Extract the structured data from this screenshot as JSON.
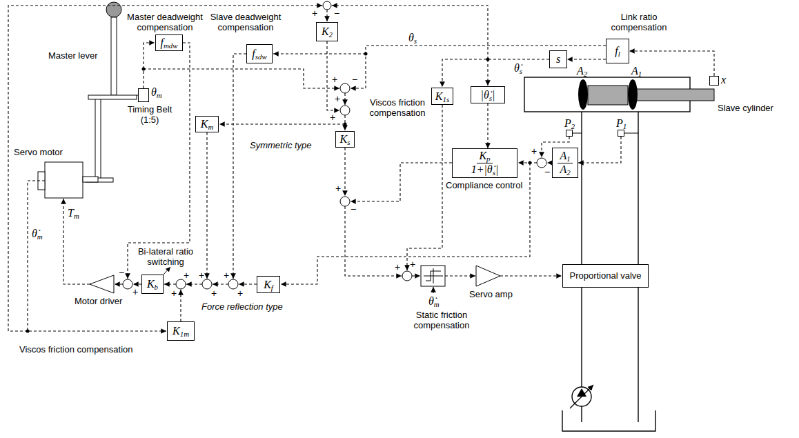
{
  "diagram": {
    "nodes": [
      {
        "text": [
          "fmdw"
        ]
      },
      {
        "text": [
          "K2"
        ]
      },
      {
        "text": [
          "fsdw"
        ]
      },
      {
        "text": [
          "fl"
        ]
      },
      {
        "text": [
          "s"
        ]
      },
      {
        "text": [
          "x"
        ]
      },
      {
        "text": [
          "K1s"
        ]
      },
      {
        "text": [
          "|θ̇s|"
        ]
      },
      {
        "text": [
          "θm"
        ]
      },
      {
        "text": [
          "Km"
        ]
      },
      {
        "text": [
          "Ks"
        ]
      },
      {
        "text": [
          "P2"
        ]
      },
      {
        "text": [
          "P1"
        ]
      },
      {
        "text": [
          "Kp",
          "1+|θ̇s|"
        ]
      },
      {
        "text": [
          "A1",
          "A2"
        ]
      },
      {
        "text": [
          "Kb"
        ]
      },
      {
        "text": [
          "Kf"
        ]
      },
      {
        "text": [
          "Proportional valve"
        ]
      },
      {
        "text": [
          "K1m"
        ]
      }
    ],
    "edges": [
      {
        "from": 5,
        "to": 3,
        "arrow": "to"
      },
      {
        "from": 3,
        "to": 4,
        "arrow": "to"
      },
      {
        "from": 7,
        "to": 13,
        "arrow": "to"
      },
      {
        "from": 12,
        "to": 14,
        "arrow": "to"
      }
    ],
    "labels": [
      "Slave deadweight compensation",
      "Master lever",
      "Master deadweight compensation",
      "Link ratio compensation",
      "θs",
      "θ̇s",
      "Viscos friction compensation",
      "Symmetric type",
      "Servo motor",
      "Timing Belt (1:5)",
      "Tm",
      "θ̇m",
      "Motor driver",
      "Bi-lateral ratio switching",
      "Force reflection type",
      "Compliance control",
      "Static friction compensation",
      "θ̇m",
      "Servo amp",
      "Viscos friction compensation",
      "A2",
      "A1",
      "Slave cylinder",
      "+",
      "−",
      "+",
      "−",
      "+",
      "+",
      "+",
      "−",
      "+",
      "−",
      "+",
      "+",
      "−",
      "+",
      "+",
      "+",
      "+",
      "+",
      "+",
      "+"
    ]
  }
}
